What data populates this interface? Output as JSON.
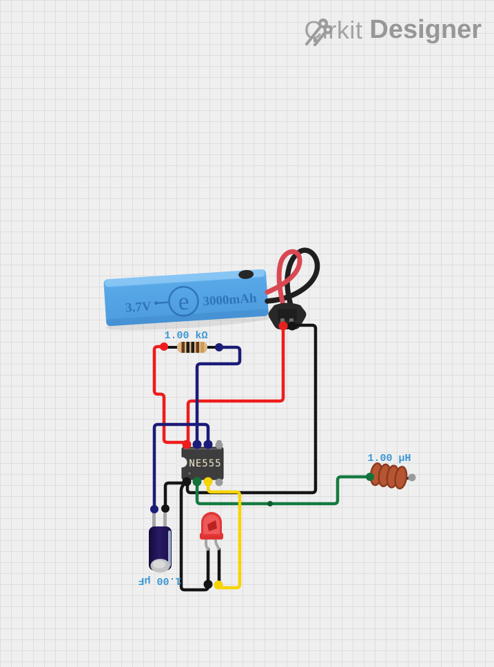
{
  "logo": {
    "brand": "Cirkit",
    "suite": "Designer"
  },
  "components": {
    "battery": {
      "voltage": "3.7V",
      "capacity": "3000mAh",
      "logo_letter": "e",
      "body_color": "#58a8e8"
    },
    "resistor": {
      "value": "1.00 kΩ"
    },
    "ic": {
      "part": "NE555"
    },
    "capacitor": {
      "value": "1.00 µF"
    },
    "inductor": {
      "value": "1.00 µH"
    },
    "led": {
      "color": "red"
    }
  },
  "colors": {
    "wire_red": "#ee1c1c",
    "wire_navy": "#1b1b78",
    "wire_black": "#151515",
    "wire_green": "#157a40",
    "wire_yellow": "#f7d400",
    "battery_wire_red": "#d94852",
    "battery_wire_black": "#1f1f1f",
    "label_blue": "#3b97d3",
    "unconnected_pin": "#9a9a9a"
  }
}
